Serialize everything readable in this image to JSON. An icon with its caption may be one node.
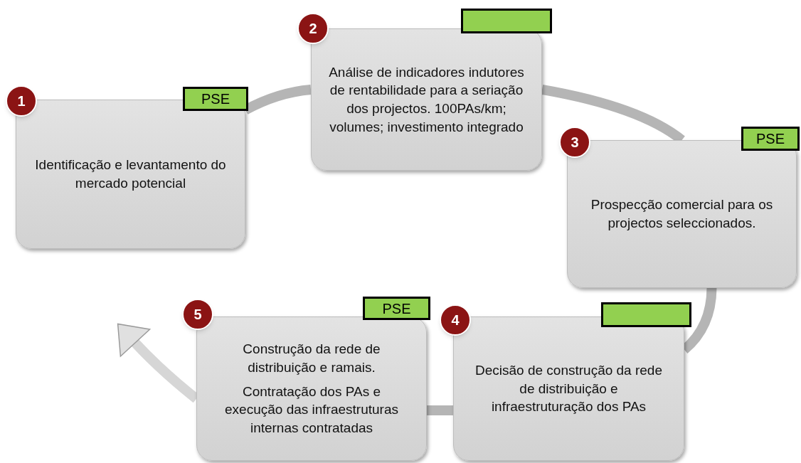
{
  "diagram": {
    "nodes": [
      {
        "text": [
          "1"
        ]
      },
      {
        "text": [
          "PSE"
        ]
      },
      {
        "text": [
          "Identificação e levantamento  do mercado potencial"
        ]
      },
      {
        "text": [
          "2"
        ]
      },
      {
        "text": [],
        "shape": "box"
      },
      {
        "text": [
          "Análise de indicadores indutores de rentabilidade para a seriação dos projectos. 100PAs/km; volumes; investimento integrado"
        ]
      },
      {
        "text": [
          "3"
        ]
      },
      {
        "text": [
          "PSE"
        ]
      },
      {
        "text": [
          "Prospecção comercial para os projectos seleccionados."
        ]
      },
      {
        "text": [
          "4"
        ]
      },
      {
        "text": [],
        "shape": "box"
      },
      {
        "text": [
          "Decisão de construção da rede de distribuição e infraestruturação dos PAs"
        ]
      },
      {
        "text": [
          "5"
        ]
      },
      {
        "text": [
          "PSE"
        ]
      },
      {
        "text": [
          "Construção da rede de distribuição e ramais.",
          "Contratação dos PAs e execução das infraestruturas internas contratadas"
        ]
      }
    ],
    "edges": [
      {
        "from": 2,
        "to": 5,
        "arrow": "none"
      },
      {
        "from": 5,
        "to": 8,
        "arrow": "none"
      },
      {
        "from": 8,
        "to": 11,
        "arrow": "none"
      },
      {
        "from": 11,
        "to": 14,
        "arrow": "none"
      },
      {
        "from": 14,
        "to": null,
        "arrow": "to"
      }
    ]
  }
}
